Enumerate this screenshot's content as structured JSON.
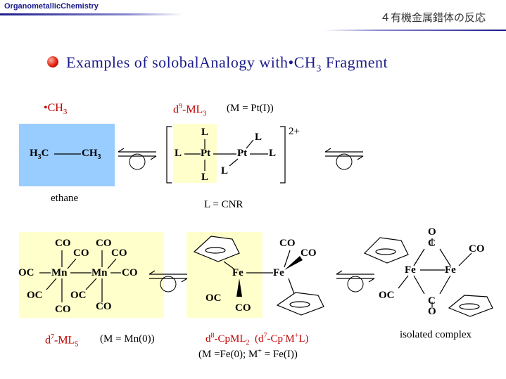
{
  "header": {
    "left_title": "OrganometallicChemistry",
    "right_title": "４有機金属錯体の反応"
  },
  "slide_title": "Examples of solobal Analogy with •CH3 Fragment",
  "title_parts": {
    "a": "Examples of",
    "b": "solobal",
    "c": "Analogy with",
    "d": "•CH",
    "sub": "3",
    "e": " Fragment"
  },
  "row1": {
    "ch3_label": "•CH",
    "ch3_sub": "3",
    "ethane": {
      "h3c": "H",
      "h3c_sub": "3",
      "h3c_c": "C",
      "ch3": "CH",
      "ch3_sub": "3",
      "caption": "ethane"
    },
    "pt": {
      "label_d": "d",
      "label_sup": "9",
      "label_ml": "-ML",
      "label_sub": "3",
      "metal_note": "(M = Pt(I))",
      "ligand": "L",
      "metal": "Pt",
      "charge": "2+",
      "ligand_note": "L = CNR"
    }
  },
  "row2": {
    "mn": {
      "co": "CO",
      "oc": "OC",
      "metal": "Mn",
      "label_d": "d",
      "label_sup": "7",
      "label_ml": "-ML",
      "label_sub": "5",
      "metal_note": "(M = Mn(0))"
    },
    "fe": {
      "co": "CO",
      "oc": "OC",
      "metal": "Fe",
      "label_d": "d",
      "label_sup": "8",
      "label_ml": "-CpML",
      "label_sub": "2",
      "label_alt": "(d",
      "label_alt_sup": "7",
      "label_alt_cp": "-Cp",
      "label_alt_cp_sup": "-",
      "label_alt_m": "M",
      "label_alt_m_sup": "+",
      "label_alt_end": "L)",
      "metal_note_a": "(M =Fe(0); M",
      "metal_note_sup": "+",
      "metal_note_b": " = Fe(I))"
    },
    "isolated": {
      "o": "O",
      "c": "C",
      "co": "CO",
      "oc": "OC",
      "metal": "Fe",
      "caption": "isolated complex"
    }
  },
  "colors": {
    "box_fill": "#ffffcc",
    "ethane_fill": "#99ccff",
    "title": "#1a1a8c",
    "red_label": "#c00000"
  }
}
